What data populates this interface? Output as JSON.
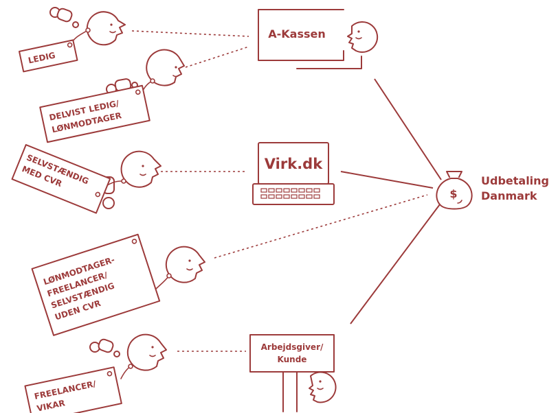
{
  "nodes": {
    "a_kassen": "A-Kassen",
    "virk": "Virk.dk",
    "arbejdsgiver_line1": "Arbejdsgiver/",
    "arbejdsgiver_line2": "Kunde",
    "udbetaling_line1": "Udbetaling",
    "udbetaling_line2": "Danmark",
    "money_symbol": "$"
  },
  "tags": {
    "ledig": "LEDIG",
    "delvist_line1": "DELVIST LEDIG/",
    "delvist_line2": "LØNMODTAGER",
    "selvst_line1": "SELVSTÆNDIG",
    "selvst_line2": "MED CVR",
    "lonmod_line1": "LØNMODTAGER-",
    "lonmod_line2": "FREELANCER/",
    "lonmod_line3": "SELVSTÆNDIG",
    "lonmod_line4": "UDEN CVR",
    "freelancer_line1": "FREELANCER/",
    "freelancer_line2": "VIKAR"
  },
  "colors": {
    "accent": "#9c3a3a",
    "background": "#ffffff"
  },
  "icons": [
    "baby-face-icon",
    "pacifier-icon",
    "person-face-icon",
    "laptop-icon",
    "money-bag-icon",
    "name-tag-icon"
  ]
}
